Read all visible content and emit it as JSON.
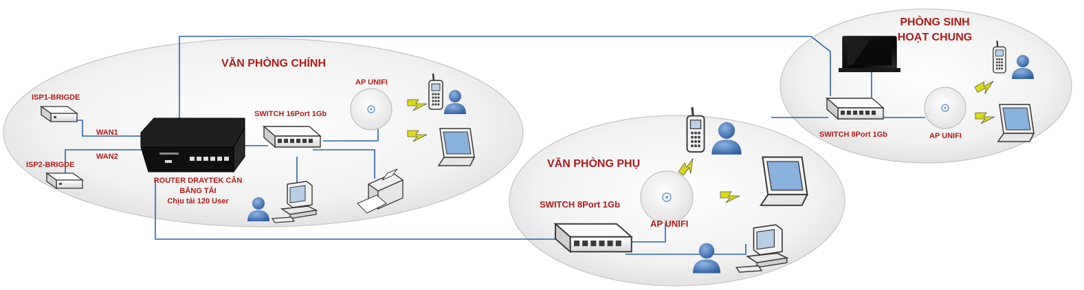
{
  "zones": {
    "main": "VĂN PHÒNG CHÍNH",
    "sub": "VĂN PHÒNG PHỤ",
    "common_line1": "PHÒNG SINH",
    "common_line2": "HOẠT CHUNG"
  },
  "devices": {
    "isp1": "ISP1-BRIGDE",
    "isp2": "ISP2-BRIGDE",
    "wan1": "WAN1",
    "wan2": "WAN2",
    "router_line1": "ROUTER DRAYTEK CÂN",
    "router_line2": "BẰNG TẢI",
    "router_line3": "Chịu tải 120 User",
    "switch16": "SWITCH 16Port 1Gb",
    "switch8_sub": "SWITCH 8Port 1Gb",
    "switch8_common": "SWITCH 8Port 1Gb",
    "ap_main": "AP UNIFI",
    "ap_sub": "AP UNIFI",
    "ap_common": "AP UNIFI"
  },
  "colors": {
    "label": "#b11a1a",
    "link": "#2a5fa8",
    "wireless": "#d8d81a",
    "user": "#4a78b5"
  }
}
